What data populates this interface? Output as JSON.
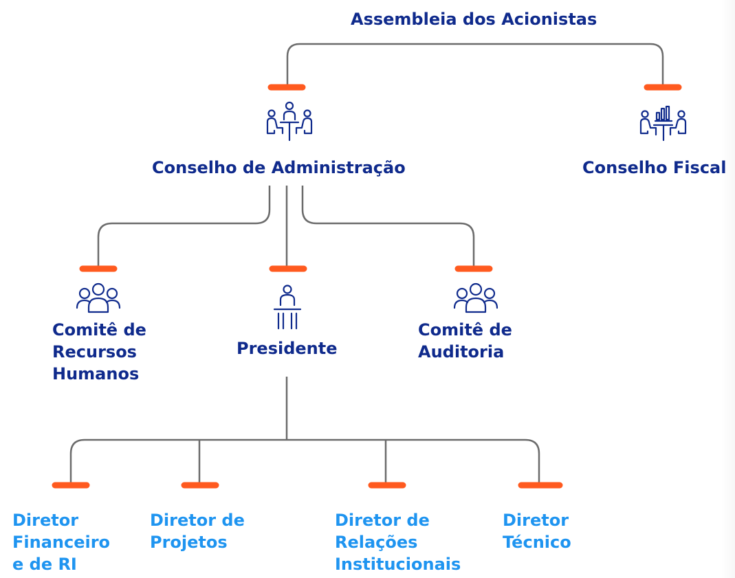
{
  "root": {
    "label": "Assembleia dos Acionistas"
  },
  "board": {
    "label": "Conselho de Administração",
    "icon": "board-meeting-icon"
  },
  "fiscal": {
    "label": "Conselho Fiscal",
    "icon": "meeting-chart-icon"
  },
  "committees": [
    {
      "label": "Comitê de\nRecursos\nHumanos",
      "icon": "group-icon"
    },
    {
      "label": "Comitê de\nAuditoria",
      "icon": "group-icon"
    }
  ],
  "president": {
    "label": "Presidente",
    "icon": "person-at-desk-icon"
  },
  "directors": [
    {
      "label": "Diretor\nFinanceiro\ne de RI"
    },
    {
      "label": "Diretor de\nProjetos"
    },
    {
      "label": "Diretor de\nRelações\nInstitucionais"
    },
    {
      "label": "Diretor\nTécnico"
    }
  ],
  "colors": {
    "navy": "#0f2a8c",
    "blue": "#1e94f0",
    "orange": "#ff5a1f",
    "line": "#6b6b6b"
  }
}
